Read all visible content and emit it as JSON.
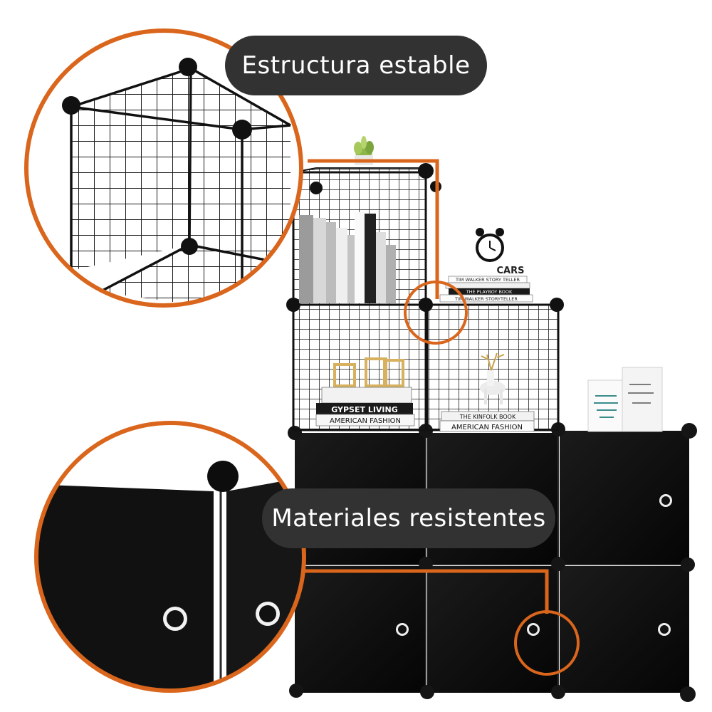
{
  "callouts": {
    "top": "Estructura estable",
    "bottom": "Materiales resistentes"
  },
  "props": {
    "clock_label": "CARS",
    "right_books": [
      "TIM WALKER STORY TELLER",
      "THE PLAYBOY BOOK",
      "TIM WALKER STORYTELLER"
    ],
    "left_books": [
      "GYPSET LIVING",
      "AMERICAN FASHION"
    ],
    "center_books": [
      "THE KINFOLK BOOK",
      "AMERICAN FASHION"
    ]
  },
  "colors": {
    "accent_orange": "#d9661c",
    "pill_bg": "#323232",
    "cabinet_black": "#0e0e0e",
    "grid_black": "#1a1a1a"
  }
}
